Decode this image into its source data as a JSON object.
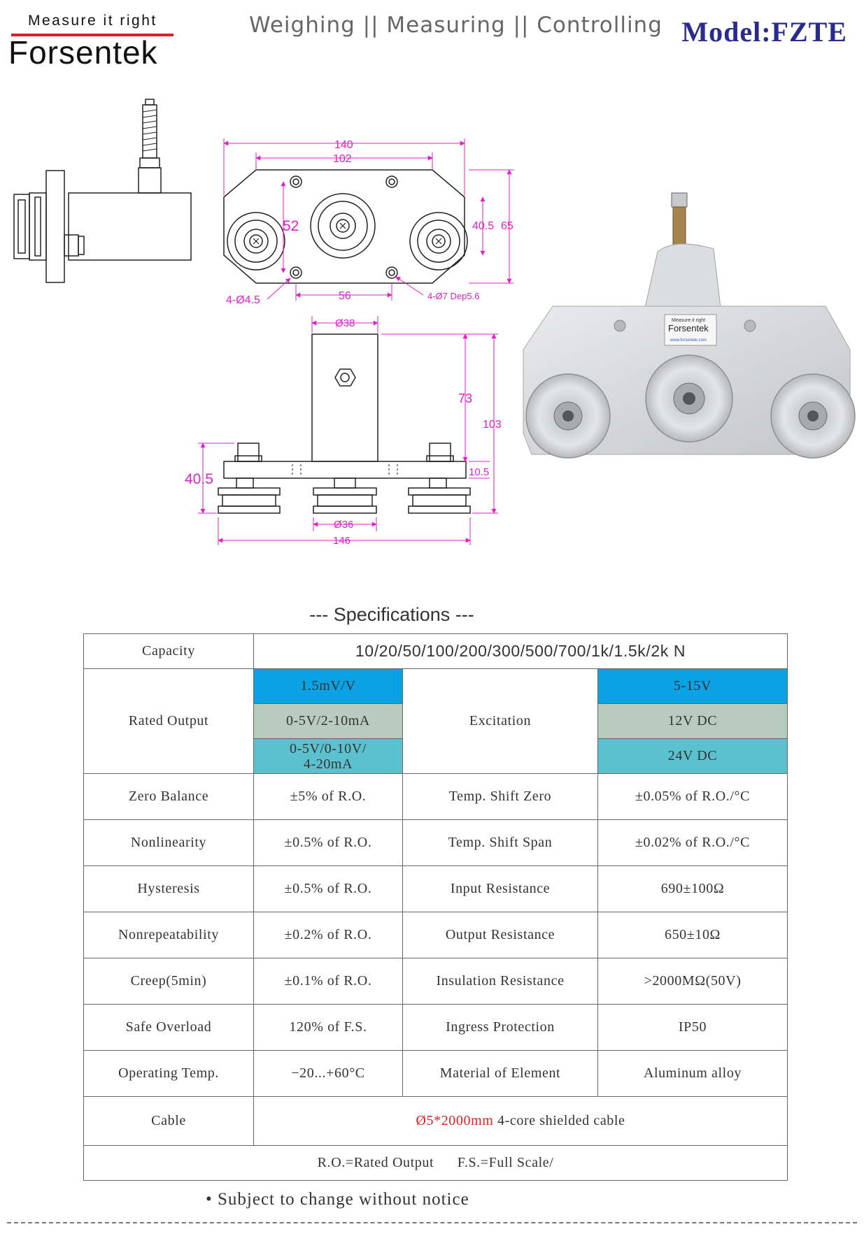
{
  "header": {
    "logo_tagline": "Measure it right",
    "logo_name": "Forsentek",
    "tagline": "Weighing || Measuring || Controlling",
    "model": "Model:FZTE"
  },
  "drawing": {
    "dim_140": "140",
    "dim_102": "102",
    "dim_52": "52",
    "dim_40_5_top": "40.5",
    "dim_65": "65",
    "dim_hole_left": "4-Ø4.5",
    "dim_56": "56",
    "dim_hole_right": "4-Ø7 Dep5.6",
    "dim_d38": "Ø38",
    "dim_73": "73",
    "dim_103": "103",
    "dim_40_5_side": "40.5",
    "dim_10_5": "10.5",
    "dim_d36": "Ø36",
    "dim_146": "146",
    "photo_logo_small": "Measure it right",
    "photo_logo_name": "Forsentek",
    "photo_url": "www.forsentek.com"
  },
  "specs": {
    "title": "--- Specifications ---",
    "capacity_label": "Capacity",
    "capacity_value": "10/20/50/100/200/300/500/700/1k/1.5k/2k N",
    "rated_output_label": "Rated Output",
    "rated_output_1": "1.5mV/V",
    "rated_output_2": "0-5V/2-10mA",
    "rated_output_3a": "0-5V/0-10V/",
    "rated_output_3b": "4-20mA",
    "excitation_label": "Excitation",
    "excitation_1": "5-15V",
    "excitation_2": "12V DC",
    "excitation_3": "24V  DC",
    "rows": [
      {
        "l1": "Zero  Balance",
        "v1": "±5% of R.O.",
        "l2": "Temp. Shift Zero",
        "v2": "±0.05% of R.O./°C"
      },
      {
        "l1": "Nonlinearity",
        "v1": "±0.5% of R.O.",
        "l2": "Temp. Shift Span",
        "v2": "±0.02% of R.O./°C"
      },
      {
        "l1": "Hysteresis",
        "v1": "±0.5% of R.O.",
        "l2": "Input Resistance",
        "v2": "690±100Ω"
      },
      {
        "l1": "Nonrepeatability",
        "v1": "±0.2% of R.O.",
        "l2": "Output Resistance",
        "v2": "650±10Ω"
      },
      {
        "l1": "Creep(5min)",
        "v1": "±0.1% of R.O.",
        "l2": "Insulation Resistance",
        "v2": ">2000MΩ(50V)"
      },
      {
        "l1": "Safe Overload",
        "v1": "120% of F.S.",
        "l2": "Ingress Protection",
        "v2": "IP50"
      },
      {
        "l1": "Operating Temp.",
        "v1": "−20...+60°C",
        "l2": "Material  of  Element",
        "v2": "Aluminum alloy"
      }
    ],
    "cable_label": "Cable",
    "cable_red": "Ø5*2000mm",
    "cable_rest": " 4-core shielded cable",
    "footnote": "R.O.=Rated Output      F.S.=Full Scale/"
  },
  "note": "• Subject to change without notice",
  "colors": {
    "brand_red": "#d8202a",
    "model_blue": "#2b2b8c",
    "dimension_magenta": "#e020c8",
    "cell_blue": "#0aa2e4",
    "cell_sage": "#b8cbbd",
    "cell_teal": "#5bc1cf"
  }
}
